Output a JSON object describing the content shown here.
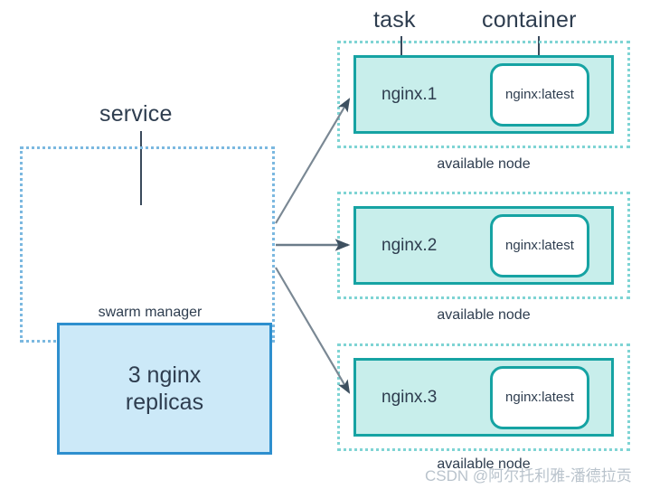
{
  "diagram": {
    "title": "Docker swarm service scheduling",
    "colors": {
      "service_fill": "#cce9f8",
      "service_border": "#2e8fce",
      "service_outline_dotted": "#7bb8e0",
      "node_fill": "#c8eeeb",
      "node_border": "#16a3a3",
      "node_outline_dotted": "#7fd4d4",
      "container_fill": "#ffffff",
      "text": "#2e3d4f",
      "arrow": "#4a5a6a",
      "watermark": "#b9c3cc"
    }
  },
  "annotations": {
    "service": "service",
    "task": "task",
    "container": "container"
  },
  "service": {
    "box_text": "3 nginx\nreplicas",
    "caption": "swarm manager"
  },
  "nodes": [
    {
      "task_label": "nginx.1",
      "container_label": "nginx:latest",
      "caption": "available node"
    },
    {
      "task_label": "nginx.2",
      "container_label": "nginx:latest",
      "caption": "available node"
    },
    {
      "task_label": "nginx.3",
      "container_label": "nginx:latest",
      "caption": "available node"
    }
  ],
  "watermark": {
    "text": "CSDN @阿尔托利雅-潘德拉贡"
  }
}
